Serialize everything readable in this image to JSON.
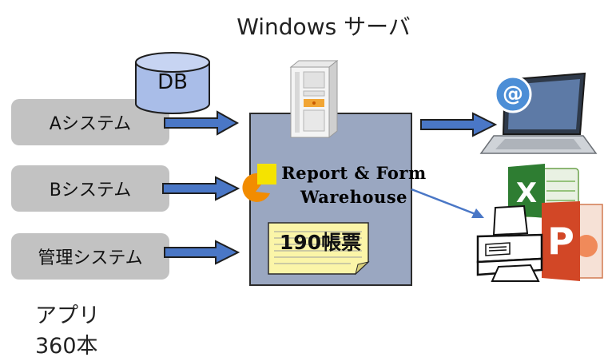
{
  "title": "Windows サーバ",
  "db": {
    "label": "DB"
  },
  "systems": [
    {
      "label": "Aシステム"
    },
    {
      "label": "Bシステム"
    },
    {
      "label": "管理システム"
    }
  ],
  "center": {
    "line1": "Report & Form",
    "line2": "Warehouse",
    "forms": "190帳票"
  },
  "footer": {
    "line1": "アプリ",
    "line2": "360本"
  },
  "icons": [
    "database-icon",
    "server-icon",
    "laptop-email-icon",
    "excel-icon",
    "printer-icon",
    "powerpoint-icon"
  ],
  "colors": {
    "arrow_fill": "#4a77c6",
    "arrow_stroke": "#1f1f1f",
    "panel": "#9aa7c1",
    "system_box": "#c2c2c2",
    "note": "#fbf5a8",
    "highlight": "#f5e300",
    "orange": "#f28c00"
  }
}
